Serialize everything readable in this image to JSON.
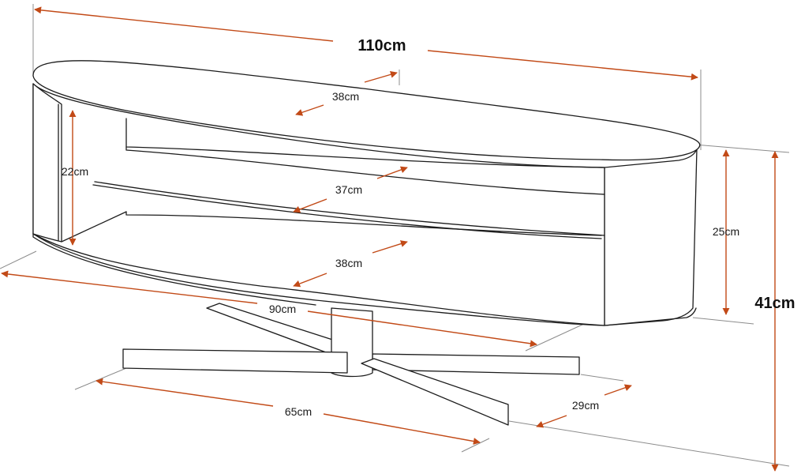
{
  "labels": {
    "total_length": "110cm",
    "total_height": "41cm",
    "top_depth": "38cm",
    "shelf_depth": "37cm",
    "bottom_depth": "38cm",
    "inner_height": "22cm",
    "body_height": "25cm",
    "base_length": "90cm",
    "foot_spread": "65cm",
    "foot_width": "29cm"
  },
  "colors": {
    "dimension_line": "#c24a17",
    "outline": "#1c1c1c",
    "extension_line": "#8c8c8c"
  }
}
